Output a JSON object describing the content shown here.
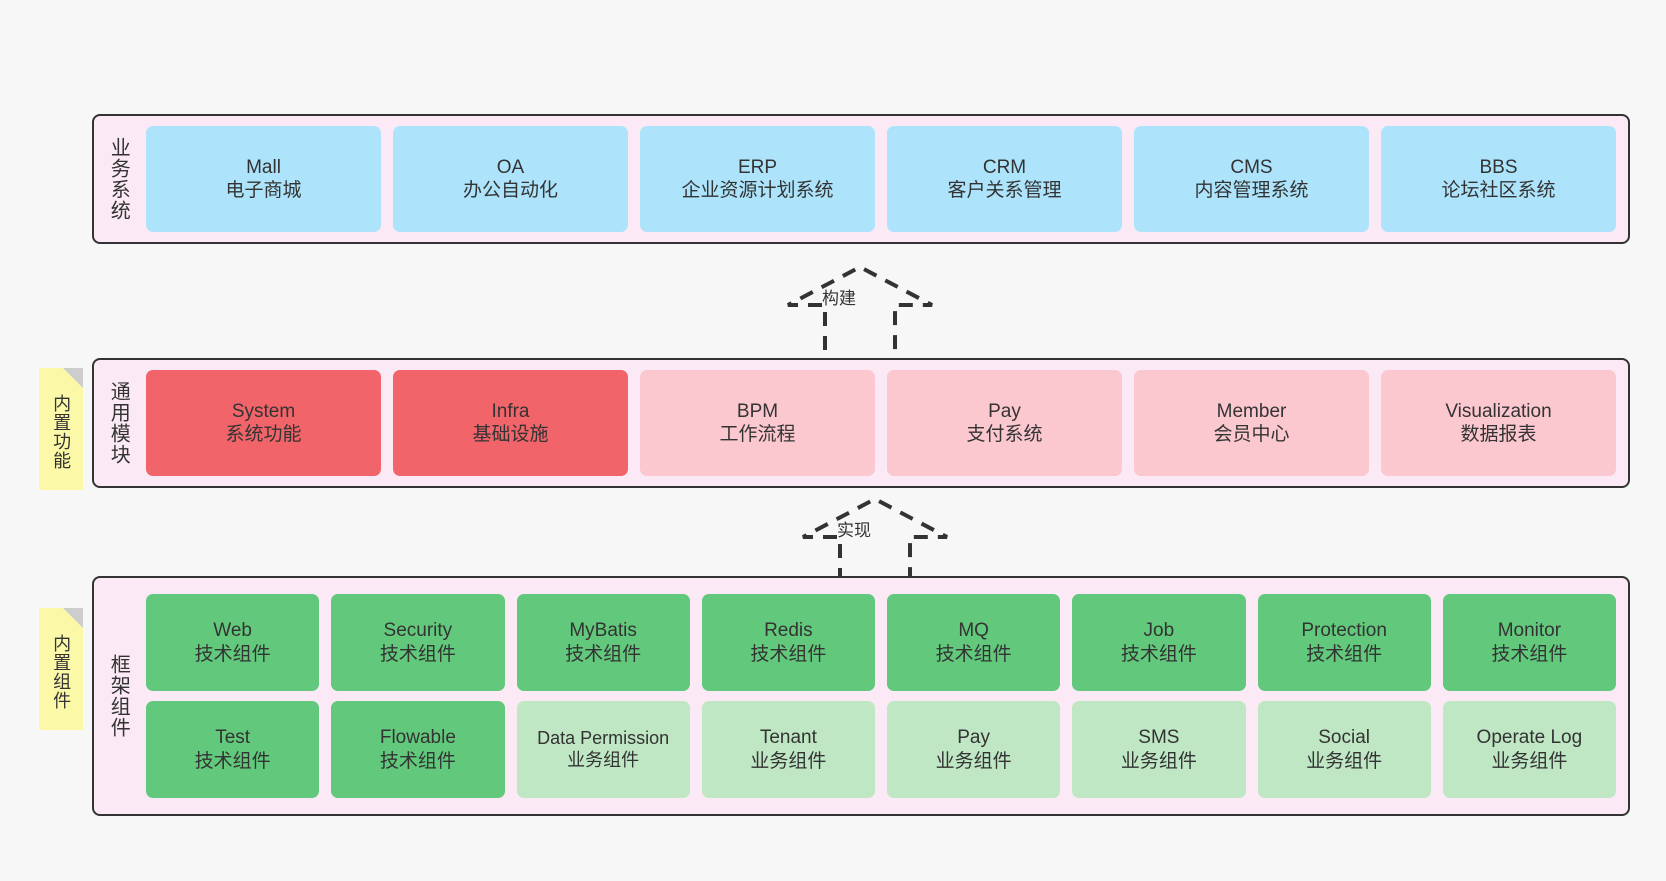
{
  "diagram": {
    "title_hidden": "",
    "colors": {
      "canvas_bg": "#f7f7f7",
      "layer_bg": "#fbeaf5",
      "layer_border": "#333333",
      "business": "#ade4fb",
      "module_active": "#f1646a",
      "module_planned": "#fbc8d0",
      "component_tech": "#62c97c",
      "component_biz": "#bfe7c4",
      "sticky": "#fbf9a8"
    }
  },
  "layers": [
    {
      "key": "business",
      "title": "业务系统",
      "sticky": null,
      "rows": [
        {
          "nodes": [
            {
              "name": "Mall",
              "sub": "电子商城",
              "color": "blue"
            },
            {
              "name": "OA",
              "sub": "办公自动化",
              "color": "blue"
            },
            {
              "name": "ERP",
              "sub": "企业资源计划系统",
              "color": "blue"
            },
            {
              "name": "CRM",
              "sub": "客户关系管理",
              "color": "blue"
            },
            {
              "name": "CMS",
              "sub": "内容管理系统",
              "color": "blue"
            },
            {
              "name": "BBS",
              "sub": "论坛社区系统",
              "color": "blue"
            }
          ]
        }
      ]
    },
    {
      "key": "modules",
      "title": "通用模块",
      "sticky": "内置功能",
      "rows": [
        {
          "nodes": [
            {
              "name": "System",
              "sub": "系统功能",
              "color": "red"
            },
            {
              "name": "Infra",
              "sub": "基础设施",
              "color": "red"
            },
            {
              "name": "BPM",
              "sub": "工作流程",
              "color": "pink"
            },
            {
              "name": "Pay",
              "sub": "支付系统",
              "color": "pink"
            },
            {
              "name": "Member",
              "sub": "会员中心",
              "color": "pink"
            },
            {
              "name": "Visualization",
              "sub": "数据报表",
              "color": "pink"
            }
          ]
        }
      ]
    },
    {
      "key": "framework",
      "title": "框架组件",
      "sticky": "内置组件",
      "rows": [
        {
          "nodes": [
            {
              "name": "Web",
              "sub": "技术组件",
              "color": "green"
            },
            {
              "name": "Security",
              "sub": "技术组件",
              "color": "green"
            },
            {
              "name": "MyBatis",
              "sub": "技术组件",
              "color": "green"
            },
            {
              "name": "Redis",
              "sub": "技术组件",
              "color": "green"
            },
            {
              "name": "MQ",
              "sub": "技术组件",
              "color": "green"
            },
            {
              "name": "Job",
              "sub": "技术组件",
              "color": "green"
            },
            {
              "name": "Protection",
              "sub": "技术组件",
              "color": "green"
            },
            {
              "name": "Monitor",
              "sub": "技术组件",
              "color": "green"
            }
          ]
        },
        {
          "nodes": [
            {
              "name": "Test",
              "sub": "技术组件",
              "color": "green"
            },
            {
              "name": "Flowable",
              "sub": "技术组件",
              "color": "green"
            },
            {
              "name": "Data Permission",
              "sub": "业务组件",
              "color": "lgreen"
            },
            {
              "name": "Tenant",
              "sub": "业务组件",
              "color": "lgreen"
            },
            {
              "name": "Pay",
              "sub": "业务组件",
              "color": "lgreen"
            },
            {
              "name": "SMS",
              "sub": "业务组件",
              "color": "lgreen"
            },
            {
              "name": "Social",
              "sub": "业务组件",
              "color": "lgreen"
            },
            {
              "name": "Operate Log",
              "sub": "业务组件",
              "color": "lgreen"
            }
          ]
        }
      ]
    }
  ],
  "arrows": [
    {
      "key": "build",
      "label": "构建"
    },
    {
      "key": "implement",
      "label": "实现"
    }
  ]
}
